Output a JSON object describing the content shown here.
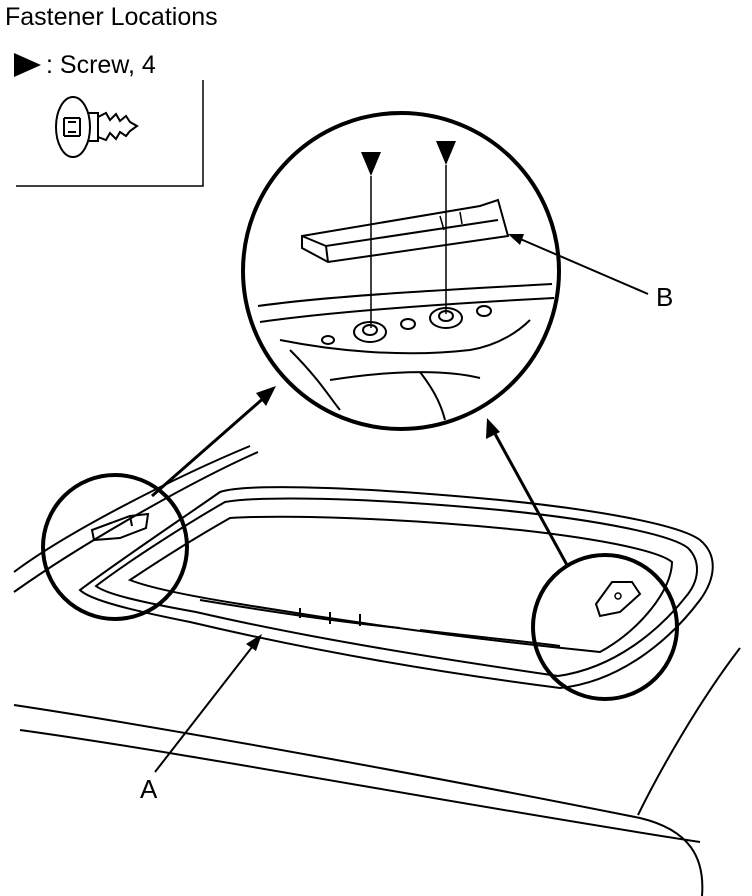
{
  "title": "Fastener Locations",
  "legend": {
    "marker_icon": "triangle-marker-icon",
    "text": ": Screw, 4",
    "image_icon": "screw-icon"
  },
  "callouts": {
    "a": "A",
    "b": "B"
  },
  "line_color": "#000000",
  "background_color": "#ffffff"
}
